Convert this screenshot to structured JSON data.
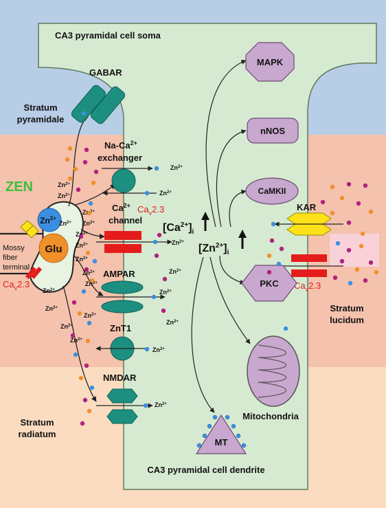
{
  "layers": {
    "stratum_pyramidale": [
      "Stratum",
      "pyramidale"
    ],
    "stratum_lucidum": [
      "Stratum",
      "lucidum"
    ],
    "stratum_radiatum": [
      "Stratum",
      "radiatum"
    ]
  },
  "cell": {
    "soma_label": "CA3 pyramidal cell soma",
    "dendrite_label": "CA3 pyramidal cell dendrite"
  },
  "terminal": {
    "zen": "ZEN",
    "zn_vesicle": "Zn",
    "zn_vesicle_sup": "2+",
    "glu_vesicle": "Glu",
    "mossy_label": [
      "Mossy",
      "fiber",
      "terminal"
    ],
    "cav_label": "Ca",
    "cav_sub": "v",
    "cav_suffix": "2.3"
  },
  "membrane_proteins": {
    "gabar": "GABAR",
    "exchanger_line1": "Na-Ca",
    "exchanger_sup": "2+",
    "exchanger_line2": "exchanger",
    "ca_channel_prefix": "Ca",
    "ca_channel_sup": "2+",
    "ca_channel_suffix": "channel",
    "ampar": "AMPAR",
    "znt1": "ZnT1",
    "nmdar": "NMDAR",
    "kar": "KAR"
  },
  "intracellular": {
    "ca_i_prefix": "[Ca",
    "ca_i_sup": "2+",
    "ca_i_suffix": "]",
    "ca_i_sub": "i",
    "zn_i_prefix": "[Zn",
    "zn_i_sup": "2+",
    "zn_i_suffix": "]",
    "zn_i_sub": "i"
  },
  "targets": {
    "mapk": "MAPK",
    "nnos": "nNOS",
    "camkii": "CaMKII",
    "pkc": "PKC",
    "mitochondria": "Mitochondria",
    "mt": "MT"
  },
  "ion_label": {
    "zn": "Zn",
    "sup": "2+"
  },
  "colors": {
    "pyramidale_bg": "#b8cde6",
    "lucidum_bg": "#f4c2ad",
    "radiatum_bg": "#fbdcc0",
    "cell_fill": "#d6ead1",
    "teal": "#1d8f80",
    "red": "#e41c1c",
    "purple": "#c9a8cf",
    "zn_blue": "#3b8fe0",
    "glu_orange": "#f0902a",
    "dot_purple": "#b0217f",
    "zen_green": "#3bbf3b",
    "kar_yellow": "#ffe11a"
  }
}
